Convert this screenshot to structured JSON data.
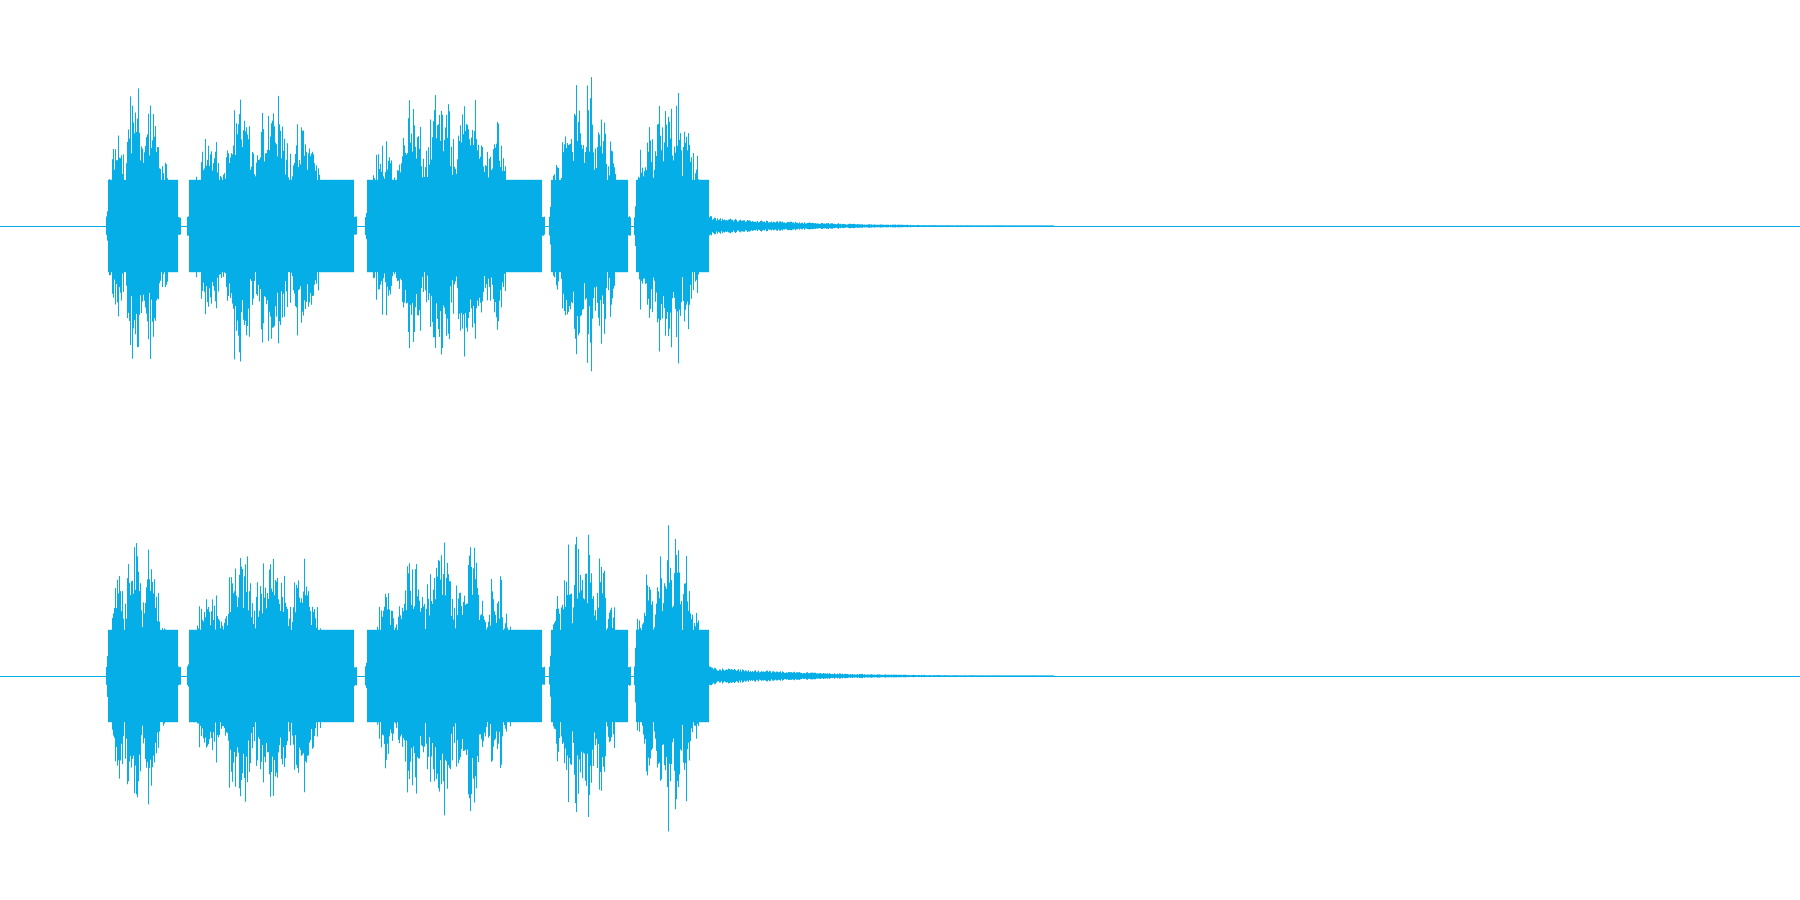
{
  "waveform": {
    "color": "#05aee6",
    "background": "#ffffff",
    "channels": [
      {
        "name": ""
      },
      {
        "name": ""
      }
    ],
    "bursts": [
      {
        "start": 0.0588,
        "end": 0.1,
        "peak": 0.96
      },
      {
        "start": 0.104,
        "end": 0.198,
        "peak": 0.9
      },
      {
        "start": 0.203,
        "end": 0.302,
        "peak": 0.92
      },
      {
        "start": 0.305,
        "end": 0.35,
        "peak": 0.96
      },
      {
        "start": 0.352,
        "end": 0.395,
        "peak": 0.98
      }
    ],
    "sound_end": 0.395,
    "tail_end": 0.585
  }
}
